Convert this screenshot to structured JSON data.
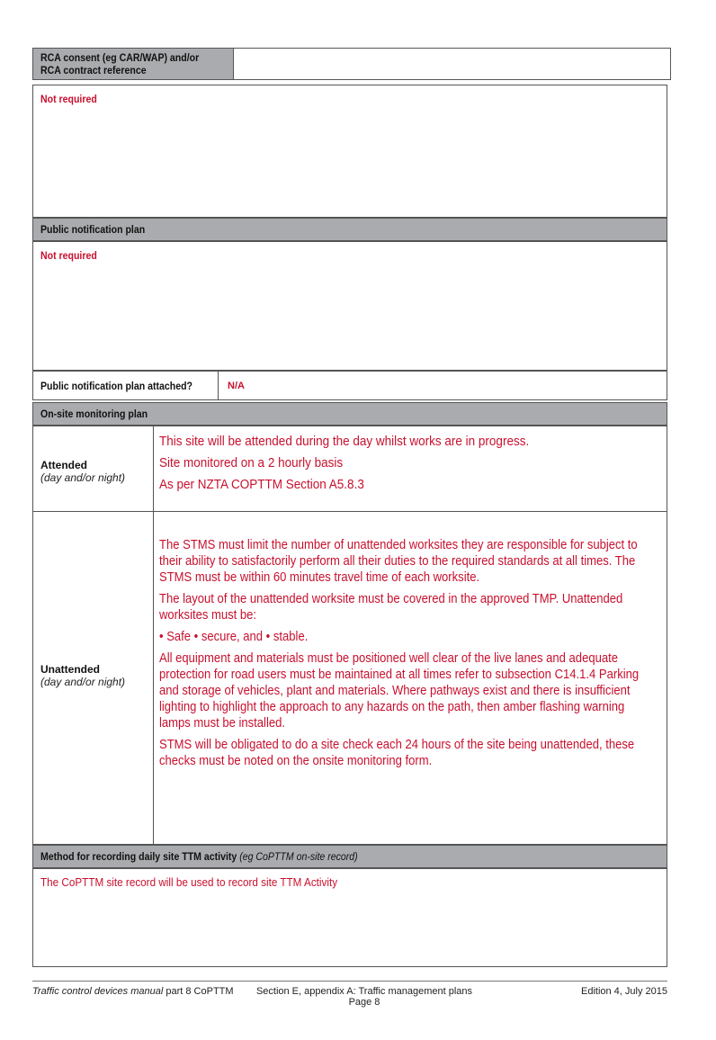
{
  "rca_consent": {
    "label_line1": "RCA consent (eg CAR/WAP) and/or",
    "label_line2": "RCA contract reference",
    "value": "",
    "body": "Not required"
  },
  "public_notification": {
    "header": "Public notification plan",
    "body": "Not required",
    "attached_label": "Public notification plan attached?",
    "attached_value": "N/A"
  },
  "onsite_monitoring": {
    "header": "On-site monitoring plan",
    "attended": {
      "label": "Attended",
      "sublabel": "(day and/or night)",
      "lines": [
        "This site will be attended during the day whilst works are in progress.",
        "Site monitored on a 2 hourly basis",
        "As per NZTA  COPTTM Section A5.8.3"
      ]
    },
    "unattended": {
      "label": "Unattended",
      "sublabel": "(day and/or night)",
      "paragraphs": [
        "The STMS must limit the number of unattended worksites they are responsible for subject to their ability to satisfactorily perform all their duties to the required standards at all times. The STMS must be within 60 minutes travel time of each worksite.",
        "The layout of the unattended worksite must be covered in the approved TMP. Unattended worksites must be:",
        "• Safe • secure, and • stable.",
        " All equipment and materials must be positioned well clear of the live lanes and adequate protection for road users must be maintained at all times refer to subsection C14.1.4 Parking and storage of vehicles, plant and materials. Where pathways exist and there is insufficient lighting to highlight the approach to any hazards on the path, then amber flashing warning lamps must be installed.",
        "STMS will be obligated to do a site check each 24 hours of the site being unattended, these checks must be noted on the onsite monitoring form."
      ]
    }
  },
  "method_recording": {
    "header_main": "Method for recording daily site TTM activity",
    "header_note": "(eg CoPTTM on-site record)",
    "body": "The CoPTTM site record will be used to record  site TTM Activity"
  },
  "footer": {
    "manual_italic": "Traffic control devices manual",
    "manual_rest": " part 8 CoPTTM",
    "section": "Section E, appendix A: Traffic management plans",
    "page": "Page 8",
    "edition": "Edition 4, July 2015"
  }
}
